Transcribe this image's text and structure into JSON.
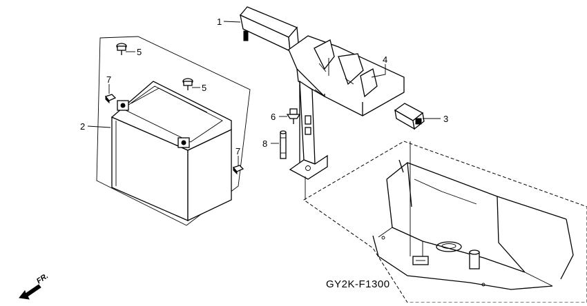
{
  "diagram": {
    "callouts": [
      {
        "id": "c1",
        "text": "1"
      },
      {
        "id": "c2",
        "text": "2"
      },
      {
        "id": "c3",
        "text": "3"
      },
      {
        "id": "c4",
        "text": "4"
      },
      {
        "id": "c5a",
        "text": "5"
      },
      {
        "id": "c5b",
        "text": "5"
      },
      {
        "id": "c6",
        "text": "6"
      },
      {
        "id": "c7a",
        "text": "7"
      },
      {
        "id": "c7b",
        "text": "7"
      },
      {
        "id": "c8",
        "text": "8"
      }
    ],
    "direction_label": "FR.",
    "drawing_code": "GY2K-F1300"
  }
}
